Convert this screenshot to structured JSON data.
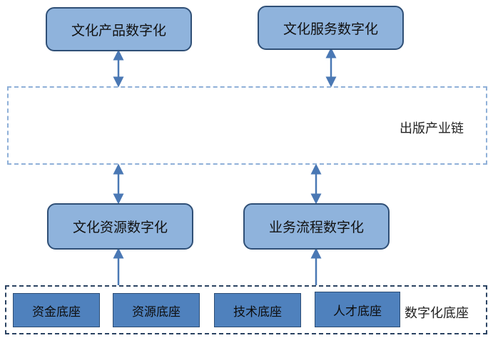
{
  "top": {
    "product": "文化产品数字化",
    "service": "文化服务数字化"
  },
  "chain_label": "出版产业链",
  "middle": {
    "resource": "文化资源数字化",
    "process": "业务流程数字化"
  },
  "base": {
    "items": [
      "资金底座",
      "资源底座",
      "技术底座",
      "人才底座"
    ],
    "label": "数字化底座"
  },
  "colors": {
    "box_fill": "#8fb3dc",
    "box_border": "#2f4f76",
    "base_fill": "#4f81bd",
    "arrow": "#4a78b4"
  }
}
